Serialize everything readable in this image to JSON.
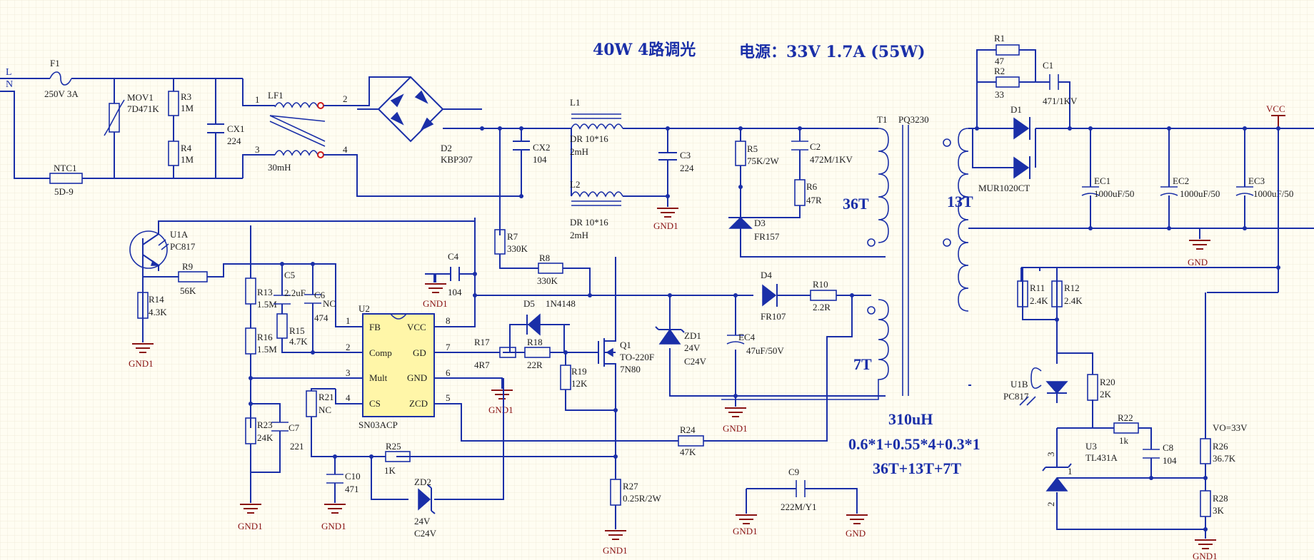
{
  "title": {
    "name": "40W 4路调光",
    "power": "电源：33V 1.7A (55W)"
  },
  "input": {
    "line": "L",
    "neutral": "N"
  },
  "fuse": {
    "ref": "F1",
    "value": "250V 3A"
  },
  "ntc": {
    "ref": "NTC1",
    "value": "5D-9"
  },
  "mov": {
    "ref": "MOV1",
    "value": "7D471K"
  },
  "r3": {
    "ref": "R3",
    "value": "1M"
  },
  "r4": {
    "ref": "R4",
    "value": "1M"
  },
  "cx1": {
    "ref": "CX1",
    "value": "224"
  },
  "lf1": {
    "ref": "LF1",
    "value": "30mH",
    "pin1": "1",
    "pin2": "2",
    "pin3": "3",
    "pin4": "4"
  },
  "d2": {
    "ref": "D2",
    "value": "KBP307"
  },
  "cx2": {
    "ref": "CX2",
    "value": "104"
  },
  "l1": {
    "ref": "L1",
    "value1": "DR 10*16",
    "value2": "2mH"
  },
  "l2": {
    "ref": "L2",
    "value1": "DR 10*16",
    "value2": "2mH"
  },
  "c3": {
    "ref": "C3",
    "value": "224"
  },
  "r5": {
    "ref": "R5",
    "value": "75K/2W"
  },
  "c2": {
    "ref": "C2",
    "value": "472M/1KV"
  },
  "r6": {
    "ref": "R6",
    "value": "47R"
  },
  "d3": {
    "ref": "D3",
    "value": "FR157"
  },
  "t1": {
    "ref": "T1",
    "value": "PQ3230",
    "primary": "36T",
    "secondary": "13T",
    "aux": "7T"
  },
  "u1a": {
    "ref": "U1A",
    "value": "PC817"
  },
  "r9": {
    "ref": "R9",
    "value": "56K"
  },
  "r14": {
    "ref": "R14",
    "value": "4.3K"
  },
  "r13": {
    "ref": "R13",
    "value": "1.5M"
  },
  "r16": {
    "ref": "R16",
    "value": "1.5M"
  },
  "c5": {
    "ref": "C5",
    "value": "2.2uF"
  },
  "c6": {
    "ref": "C6",
    "value1": "NC",
    "value2": "474"
  },
  "r15": {
    "ref": "R15",
    "value": "4.7K"
  },
  "c4": {
    "ref": "C4",
    "value": "104"
  },
  "r7": {
    "ref": "R7",
    "value": "330K"
  },
  "r8": {
    "ref": "R8",
    "value": "330K"
  },
  "u2": {
    "ref": "U2",
    "value": "SN03ACP",
    "p_fb": "FB",
    "p_vcc": "VCC",
    "p_comp": "Comp",
    "p_gd": "GD",
    "p_mult": "Mult",
    "p_gnd": "GND",
    "p_cs": "CS",
    "p_zcd": "ZCD",
    "n1": "1",
    "n2": "2",
    "n3": "3",
    "n4": "4",
    "n5": "5",
    "n6": "6",
    "n7": "7",
    "n8": "8"
  },
  "d5": {
    "ref": "D5",
    "value": "1N4148"
  },
  "r17": {
    "ref": "R17",
    "value": "4R7"
  },
  "r18": {
    "ref": "R18",
    "value": "22R"
  },
  "r19": {
    "ref": "R19",
    "value": "12K"
  },
  "q1": {
    "ref": "Q1",
    "value1": "TO-220F",
    "value2": "7N80"
  },
  "zd1": {
    "ref": "ZD1",
    "value1": "24V",
    "value2": "C24V"
  },
  "ec4": {
    "ref": "EC4",
    "value": "47uF/50V"
  },
  "d4": {
    "ref": "D4",
    "value": "FR107"
  },
  "r10": {
    "ref": "R10",
    "value": "2.2R"
  },
  "r21": {
    "ref": "R21",
    "value": "NC"
  },
  "r23": {
    "ref": "R23",
    "value": "24K"
  },
  "c7": {
    "ref": "C7",
    "value": "221"
  },
  "r25": {
    "ref": "R25",
    "value": "1K"
  },
  "c10": {
    "ref": "C10",
    "value": "471"
  },
  "zd2": {
    "ref": "ZD2",
    "value1": "24V",
    "value2": "C24V"
  },
  "r24": {
    "ref": "R24",
    "value": "47K"
  },
  "r27": {
    "ref": "R27",
    "value": "0.25R/2W"
  },
  "c9": {
    "ref": "C9",
    "value": "222M/Y1"
  },
  "r1": {
    "ref": "R1",
    "value": "47"
  },
  "r2": {
    "ref": "R2",
    "value": "33"
  },
  "c1": {
    "ref": "C1",
    "value": "471/1KV"
  },
  "d1": {
    "ref": "D1",
    "value": "MUR1020CT"
  },
  "ec1": {
    "ref": "EC1",
    "value": "1000uF/50"
  },
  "ec2": {
    "ref": "EC2",
    "value": "1000uF/50"
  },
  "ec3": {
    "ref": "EC3",
    "value": "1000uF/50"
  },
  "vcc": "VCC",
  "r11": {
    "ref": "R11",
    "value": "2.4K"
  },
  "r12": {
    "ref": "R12",
    "value": "2.4K"
  },
  "u1b": {
    "ref": "U1B",
    "value": "PC817"
  },
  "r20": {
    "ref": "R20",
    "value": "2K"
  },
  "r22": {
    "ref": "R22",
    "value": "1k"
  },
  "c8": {
    "ref": "C8",
    "value": "104"
  },
  "u3": {
    "ref": "U3",
    "value": "TL431A",
    "pin1": "1",
    "pin2": "2",
    "pin3": "3"
  },
  "r26": {
    "ref": "R26",
    "value": "36.7K",
    "vo": "VO=33V"
  },
  "r28": {
    "ref": "R28",
    "value": "3K"
  },
  "gnd1": "GND1",
  "gnd": "GND",
  "xfmr": {
    "inductance": "310uH",
    "wire": "0.6*1+0.55*4+0.3*1",
    "turns": "36T+13T+7T"
  }
}
